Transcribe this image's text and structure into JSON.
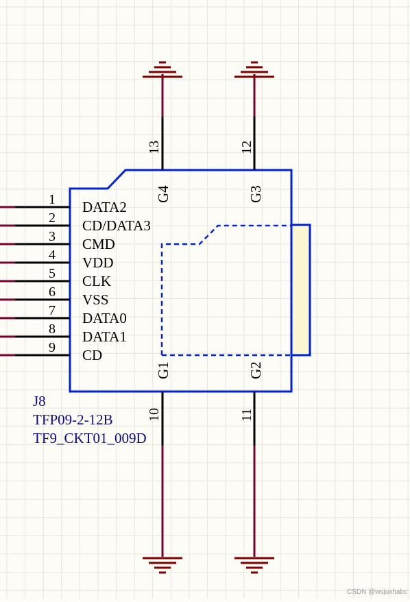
{
  "component": {
    "designator": "J8",
    "part_number": "TFP09-2-12B",
    "footprint": "TF9_CKT01_009D"
  },
  "left_pins": [
    {
      "number": "1",
      "name": "DATA2"
    },
    {
      "number": "2",
      "name": "CD/DATA3"
    },
    {
      "number": "3",
      "name": "CMD"
    },
    {
      "number": "4",
      "name": "VDD"
    },
    {
      "number": "5",
      "name": "CLK"
    },
    {
      "number": "6",
      "name": "VSS"
    },
    {
      "number": "7",
      "name": "DATA0"
    },
    {
      "number": "8",
      "name": "DATA1"
    },
    {
      "number": "9",
      "name": "CD"
    }
  ],
  "top_pins": [
    {
      "number": "13",
      "name": "G4"
    },
    {
      "number": "12",
      "name": "G3"
    }
  ],
  "bottom_pins": [
    {
      "number": "10",
      "name": "G1"
    },
    {
      "number": "11",
      "name": "G2"
    }
  ],
  "colors": {
    "background": "#fdfcf7",
    "grid": "#e6e4dc",
    "body": "#0022dd",
    "pin": "#000000",
    "net": "#7a0030",
    "ground": "#800000",
    "card_fill": "#fbf7d2"
  },
  "watermark": "CSDN @wsjuxhabc"
}
